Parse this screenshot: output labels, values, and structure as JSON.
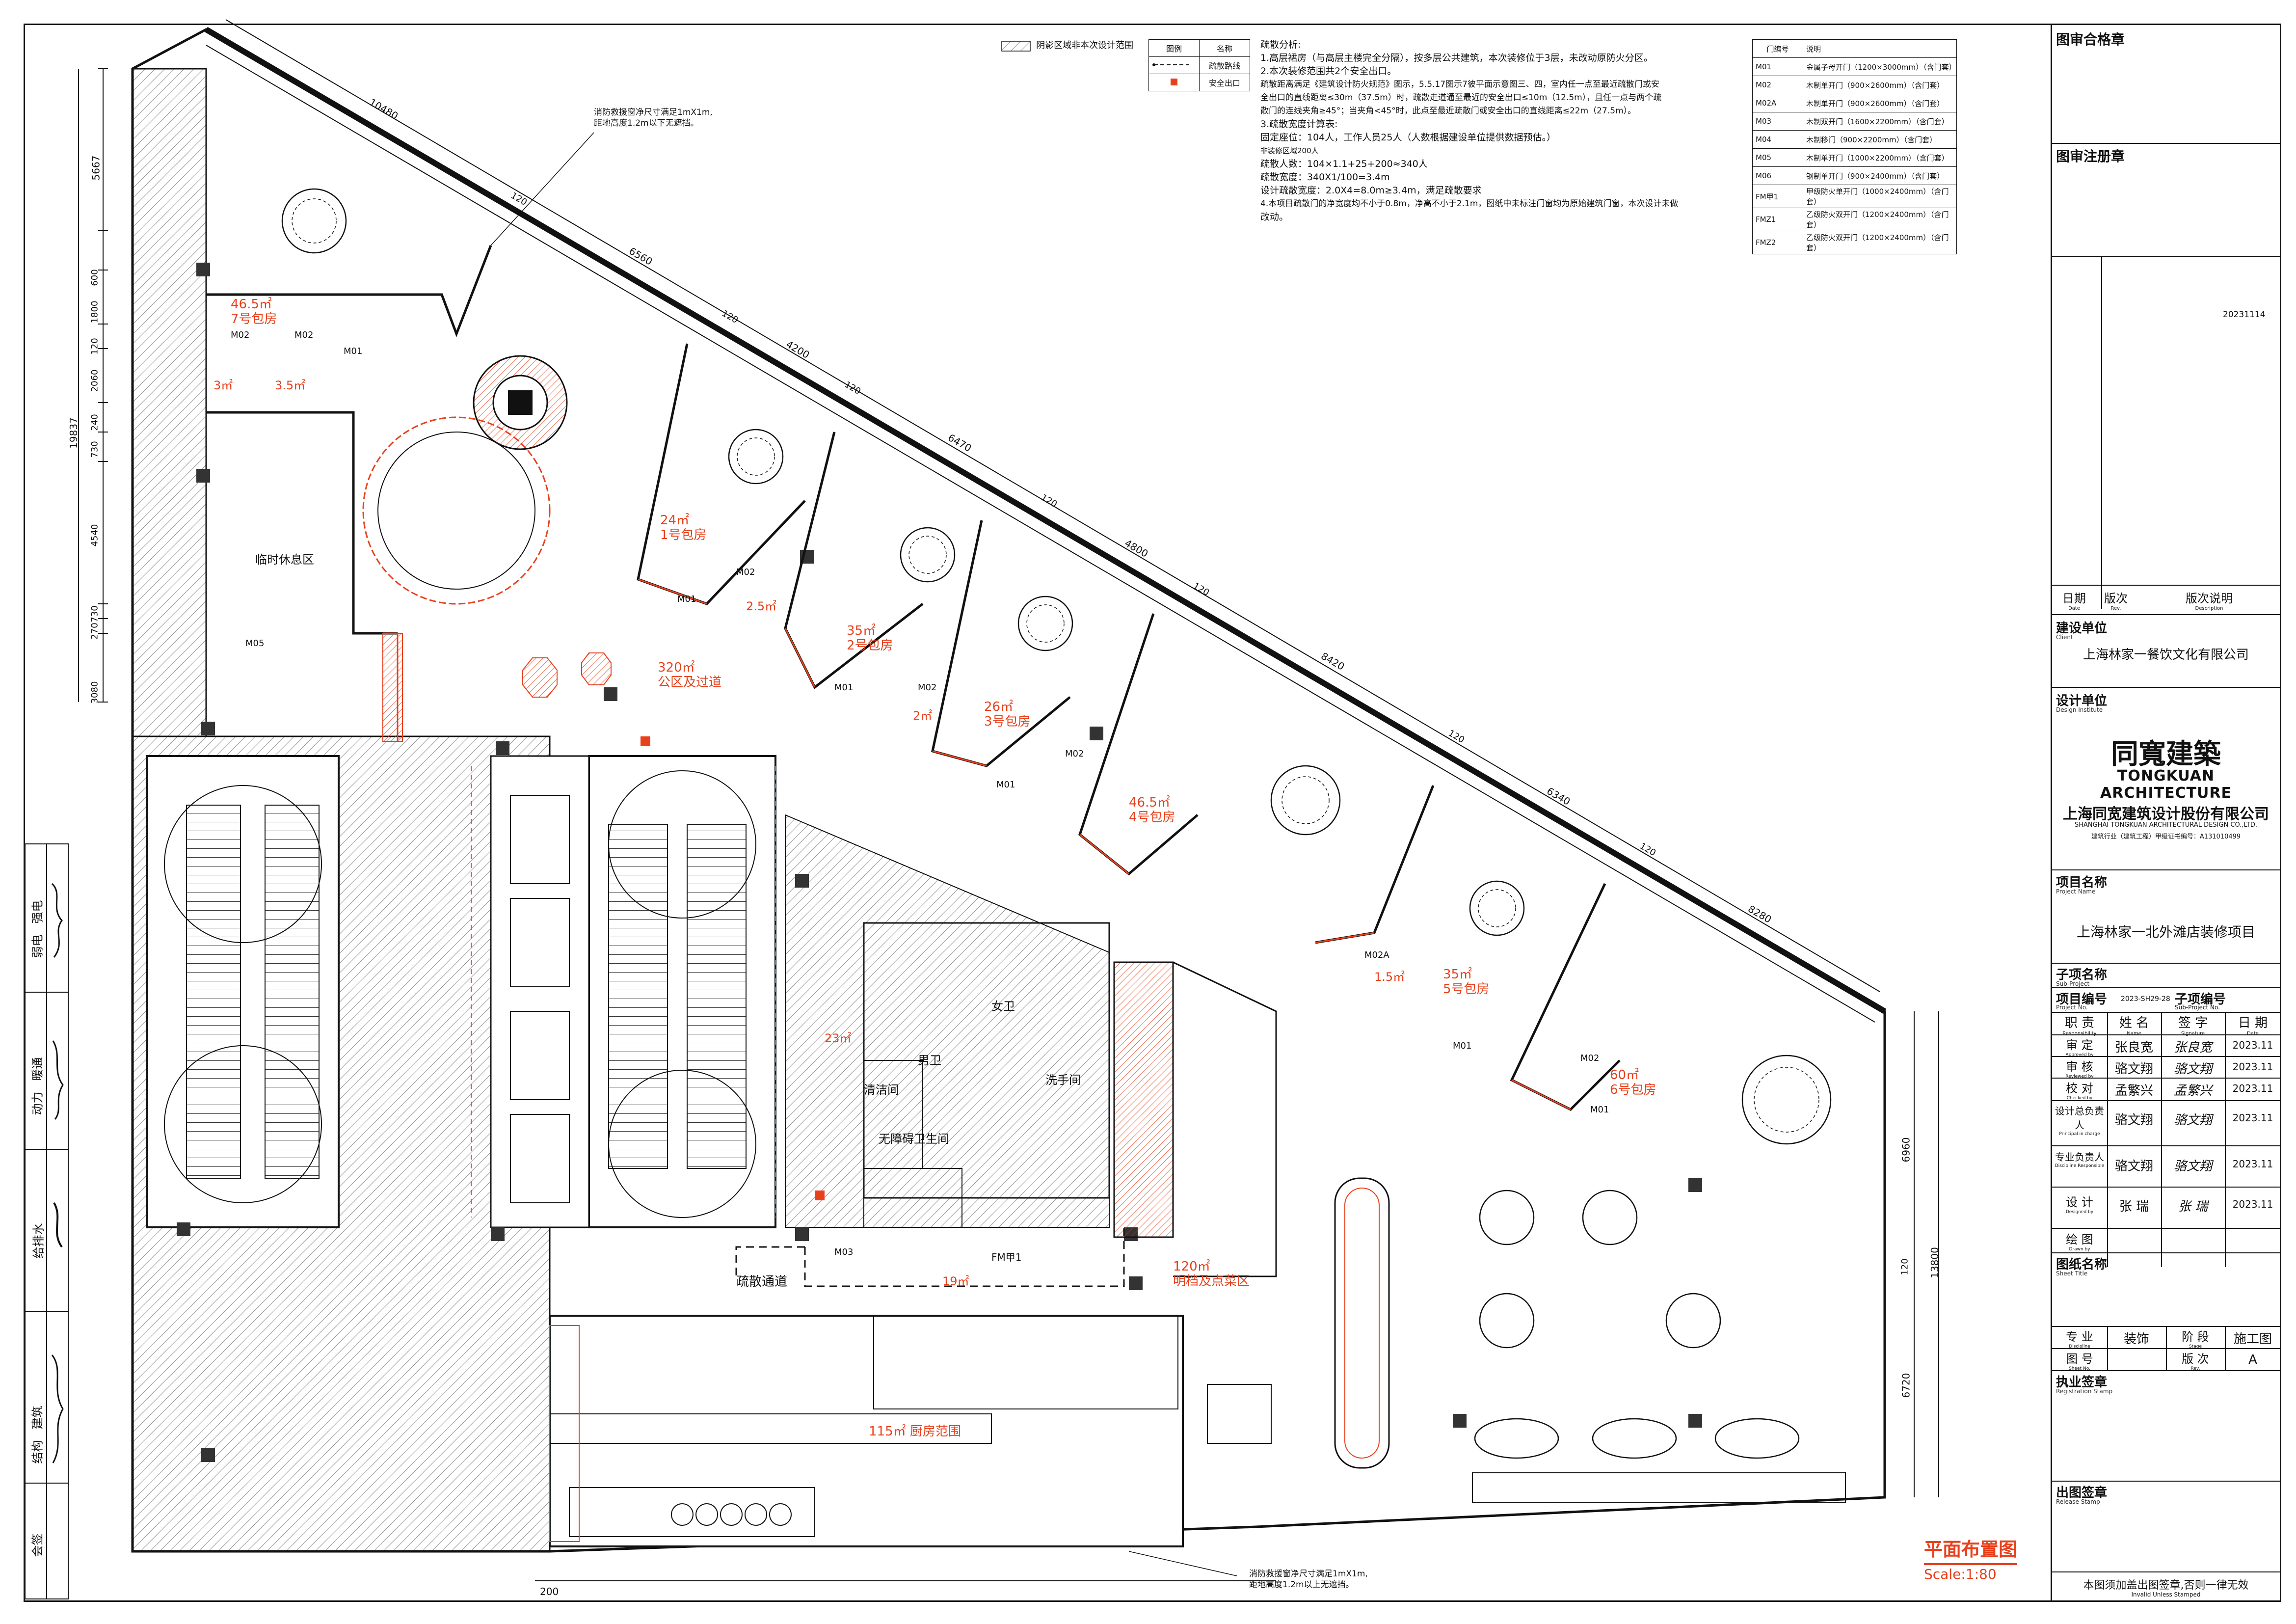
{
  "legend_top": "阴影区域非本次设计范围",
  "legend_table": {
    "headers": [
      "图例",
      "名称"
    ],
    "rows": [
      {
        "name": "疏散路线"
      },
      {
        "name": "安全出口"
      }
    ]
  },
  "notes": [
    "疏散分析:",
    "1.高层裙房（与高层主楼完全分隔），按多层公共建筑，本次装修位于3层，未改动原防火分区。",
    "2.本次装修范围共2个安全出口。",
    "疏散距离满足《建筑设计防火规范》图示，5.5.17图示7彼平面示意图三、四，室内任一点至最近疏散门或安",
    "全出口的直线距离≤30m（37.5m）时，疏散走道通至最近的安全出口≤10m（12.5m），且任一点与两个疏",
    "散门的连线夹角≥45°；当夹角<45°时，此点至最近疏散门或安全出口的直线距离≤22m（27.5m）。",
    "3.疏散宽度计算表:",
    "固定座位：104人，工作人员25人（人数根据建设单位提供数据预估。）",
    "非装修区域200人",
    "疏散人数：104×1.1+25+200≈340人",
    "疏散宽度：340X1/100=3.4m",
    "设计疏散宽度：2.0X4=8.0m≥3.4m，满足疏散要求",
    "4.本项目疏散门的净宽度均不小于0.8m，净高不小于2.1m，图纸中未标注门窗均为原始建筑门窗，本次设计未做",
    "改动。"
  ],
  "door_table": {
    "headers": [
      "门编号",
      "说明"
    ],
    "rows": [
      {
        "code": "M01",
        "desc": "金属子母开门（1200×3000mm）（含门套）"
      },
      {
        "code": "M02",
        "desc": "木制单开门（900×2600mm）（含门套）"
      },
      {
        "code": "M02A",
        "desc": "木制单开门（900×2600mm）（含门套）"
      },
      {
        "code": "M03",
        "desc": "木制双开门（1600×2200mm）（含门套）"
      },
      {
        "code": "M04",
        "desc": "木制移门（900×2200mm）（含门套）"
      },
      {
        "code": "M05",
        "desc": "木制单开门（1000×2200mm）（含门套）"
      },
      {
        "code": "M06",
        "desc": "钢制单开门（900×2400mm）（含门套）"
      },
      {
        "code": "FM甲1",
        "desc": "甲级防火单开门（1000×2400mm）（含门套）"
      },
      {
        "code": "FMZ1",
        "desc": "乙级防火双开门（1200×2400mm）（含门套）"
      },
      {
        "code": "FMZ2",
        "desc": "乙级防火双开门（1200×2400mm）（含门套）"
      }
    ]
  },
  "rooms": [
    {
      "area": "46.5㎡",
      "name": "7号包房"
    },
    {
      "area": "24㎡",
      "name": "1号包房"
    },
    {
      "area": "35㎡",
      "name": "2号包房"
    },
    {
      "area": "26㎡",
      "name": "3号包房"
    },
    {
      "area": "46.5㎡",
      "name": "4号包房"
    },
    {
      "area": "35㎡",
      "name": "5号包房"
    },
    {
      "area": "60㎡",
      "name": "6号包房"
    },
    {
      "area": "320㎡",
      "name": "公区及过道"
    },
    {
      "area": "120㎡",
      "name": "明档及点菜区"
    },
    {
      "area": "115㎡",
      "name": "厨房范围"
    },
    {
      "area": "19㎡",
      "name": ""
    },
    {
      "area": "23㎡",
      "name": ""
    },
    {
      "area": "3㎡",
      "name": ""
    },
    {
      "area": "3.5㎡",
      "name": ""
    },
    {
      "area": "2.5㎡",
      "name": ""
    },
    {
      "area": "2㎡",
      "name": ""
    },
    {
      "area": "1.5㎡",
      "name": ""
    }
  ],
  "labels": {
    "rest_area": "临时休息区",
    "toilet_f": "女卫",
    "toilet_m": "男卫",
    "washroom": "洗手间",
    "cleaning": "清洁间",
    "accessible": "无障碍卫生间",
    "evac_corridor": "疏散通道",
    "fire_door": "FM甲1",
    "fire_note_top": "消防救援窗净尺寸满足1mX1m,\n距地高度1.2m以下无遮挡。",
    "fire_note_bottom": "消防救援窗净尺寸满足1mX1m,\n距地高度1.2m以上无遮挡。",
    "door_m01": "M01",
    "door_m02": "M02",
    "door_m02a": "M02A",
    "door_m03": "M03",
    "door_m05": "M05"
  },
  "dimensions": {
    "top_diagonal": [
      "10480",
      "6560",
      "4200",
      "6470",
      "4800",
      "8420",
      "6340",
      "8280"
    ],
    "diag_gaps": [
      "120",
      "120",
      "120",
      "120",
      "120",
      "120",
      "120"
    ],
    "left": [
      "5667",
      "600",
      "1800",
      "120",
      "2060",
      "240",
      "730",
      "4540",
      "730",
      "270",
      "3080"
    ],
    "left_total": "19837",
    "right": [
      "6960",
      "120",
      "6720"
    ],
    "right_total": "13800",
    "bottom": [
      "200"
    ]
  },
  "drawing_title": "平面布置图",
  "scale": "Scale:1:80",
  "left_strip": {
    "rows": [
      {
        "label": "建筑",
        "sub": "结构"
      },
      {
        "label": "给排水",
        "sub": ""
      },
      {
        "label": "暖通",
        "sub": "动力"
      },
      {
        "label": "强电",
        "sub": "弱电"
      }
    ],
    "bottom": "会签"
  },
  "title_block": {
    "approval_seal": "图审合格章",
    "registration_seal": "图审注册章",
    "date_code": "20231114",
    "rev_headers": {
      "date": "日期",
      "date_en": "Date",
      "rev": "版次",
      "rev_en": "Rev.",
      "desc": "版次说明",
      "desc_en": "Description"
    },
    "client_label": "建设单位",
    "client_label_en": "Client",
    "client": "上海林家一餐饮文化有限公司",
    "designer_label": "设计单位",
    "designer_label_en": "Design Institute",
    "logo_cn": "同寬建築",
    "logo_en": "TONGKUAN ARCHITECTURE",
    "company": "上海同宽建筑设计股份有限公司",
    "company_en": "SHANGHAI TONGKUAN ARCHITECTURAL DESIGN CO.,LTD.",
    "cert": "建筑行业（建筑工程）甲级证书编号：A131010499",
    "project_label": "项目名称",
    "project_label_en": "Project Name",
    "project": "上海林家一北外滩店装修项目",
    "subproject_label": "子项名称",
    "subproject_label_en": "Sub-Project",
    "project_no_label": "项目编号",
    "project_no_label_en": "Project No.",
    "project_no": "2023-SH29-28",
    "sub_no_label": "子项编号",
    "sub_no_label_en": "Sub-Project No.",
    "staff_headers": [
      "职 责",
      "姓 名",
      "签 字",
      "日 期"
    ],
    "staff_headers_en": [
      "Responsibility",
      "Name",
      "Signature",
      "Date"
    ],
    "staff": [
      {
        "role": "审 定",
        "role_en": "Approved by",
        "name": "张良宽",
        "sig": "张良宽",
        "date": "2023.11"
      },
      {
        "role": "审 核",
        "role_en": "Reviewed by",
        "name": "骆文翔",
        "sig": "骆文翔",
        "date": "2023.11"
      },
      {
        "role": "校 对",
        "role_en": "Checked by",
        "name": "孟繁兴",
        "sig": "孟繁兴",
        "date": "2023.11"
      },
      {
        "role": "设计总负责人",
        "role_en": "Principal in charge",
        "name": "骆文翔",
        "sig": "骆文翔",
        "date": "2023.11"
      },
      {
        "role": "专业负责人",
        "role_en": "Discipline Responsible",
        "name": "骆文翔",
        "sig": "骆文翔",
        "date": "2023.11"
      },
      {
        "role": "设 计",
        "role_en": "Designed by",
        "name": "张 瑞",
        "sig": "张 瑞",
        "date": "2023.11"
      },
      {
        "role": "绘 图",
        "role_en": "Drawn by",
        "name": "",
        "sig": "",
        "date": ""
      }
    ],
    "sheet_title_label": "图纸名称",
    "sheet_title_label_en": "Sheet Title",
    "discipline_label": "专 业",
    "discipline_label_en": "Discipline",
    "discipline": "装饰",
    "stage_label": "阶 段",
    "stage_label_en": "Stage",
    "stage": "施工图",
    "sheet_no_label": "图 号",
    "sheet_no_label_en": "Sheet No.",
    "version_label": "版 次",
    "version_label_en": "Rev.",
    "version": "A",
    "reg_stamp_label": "执业签章",
    "reg_stamp_label_en": "Registration Stamp",
    "release_label": "出图签章",
    "release_label_en": "Release Stamp",
    "footer": "本图须加盖出图签章,否则一律无效",
    "footer_en": "Invalid Unless Stamped"
  },
  "colors": {
    "accent": "#e8401c",
    "line": "#111111",
    "hatch": "#9a9a9a"
  }
}
